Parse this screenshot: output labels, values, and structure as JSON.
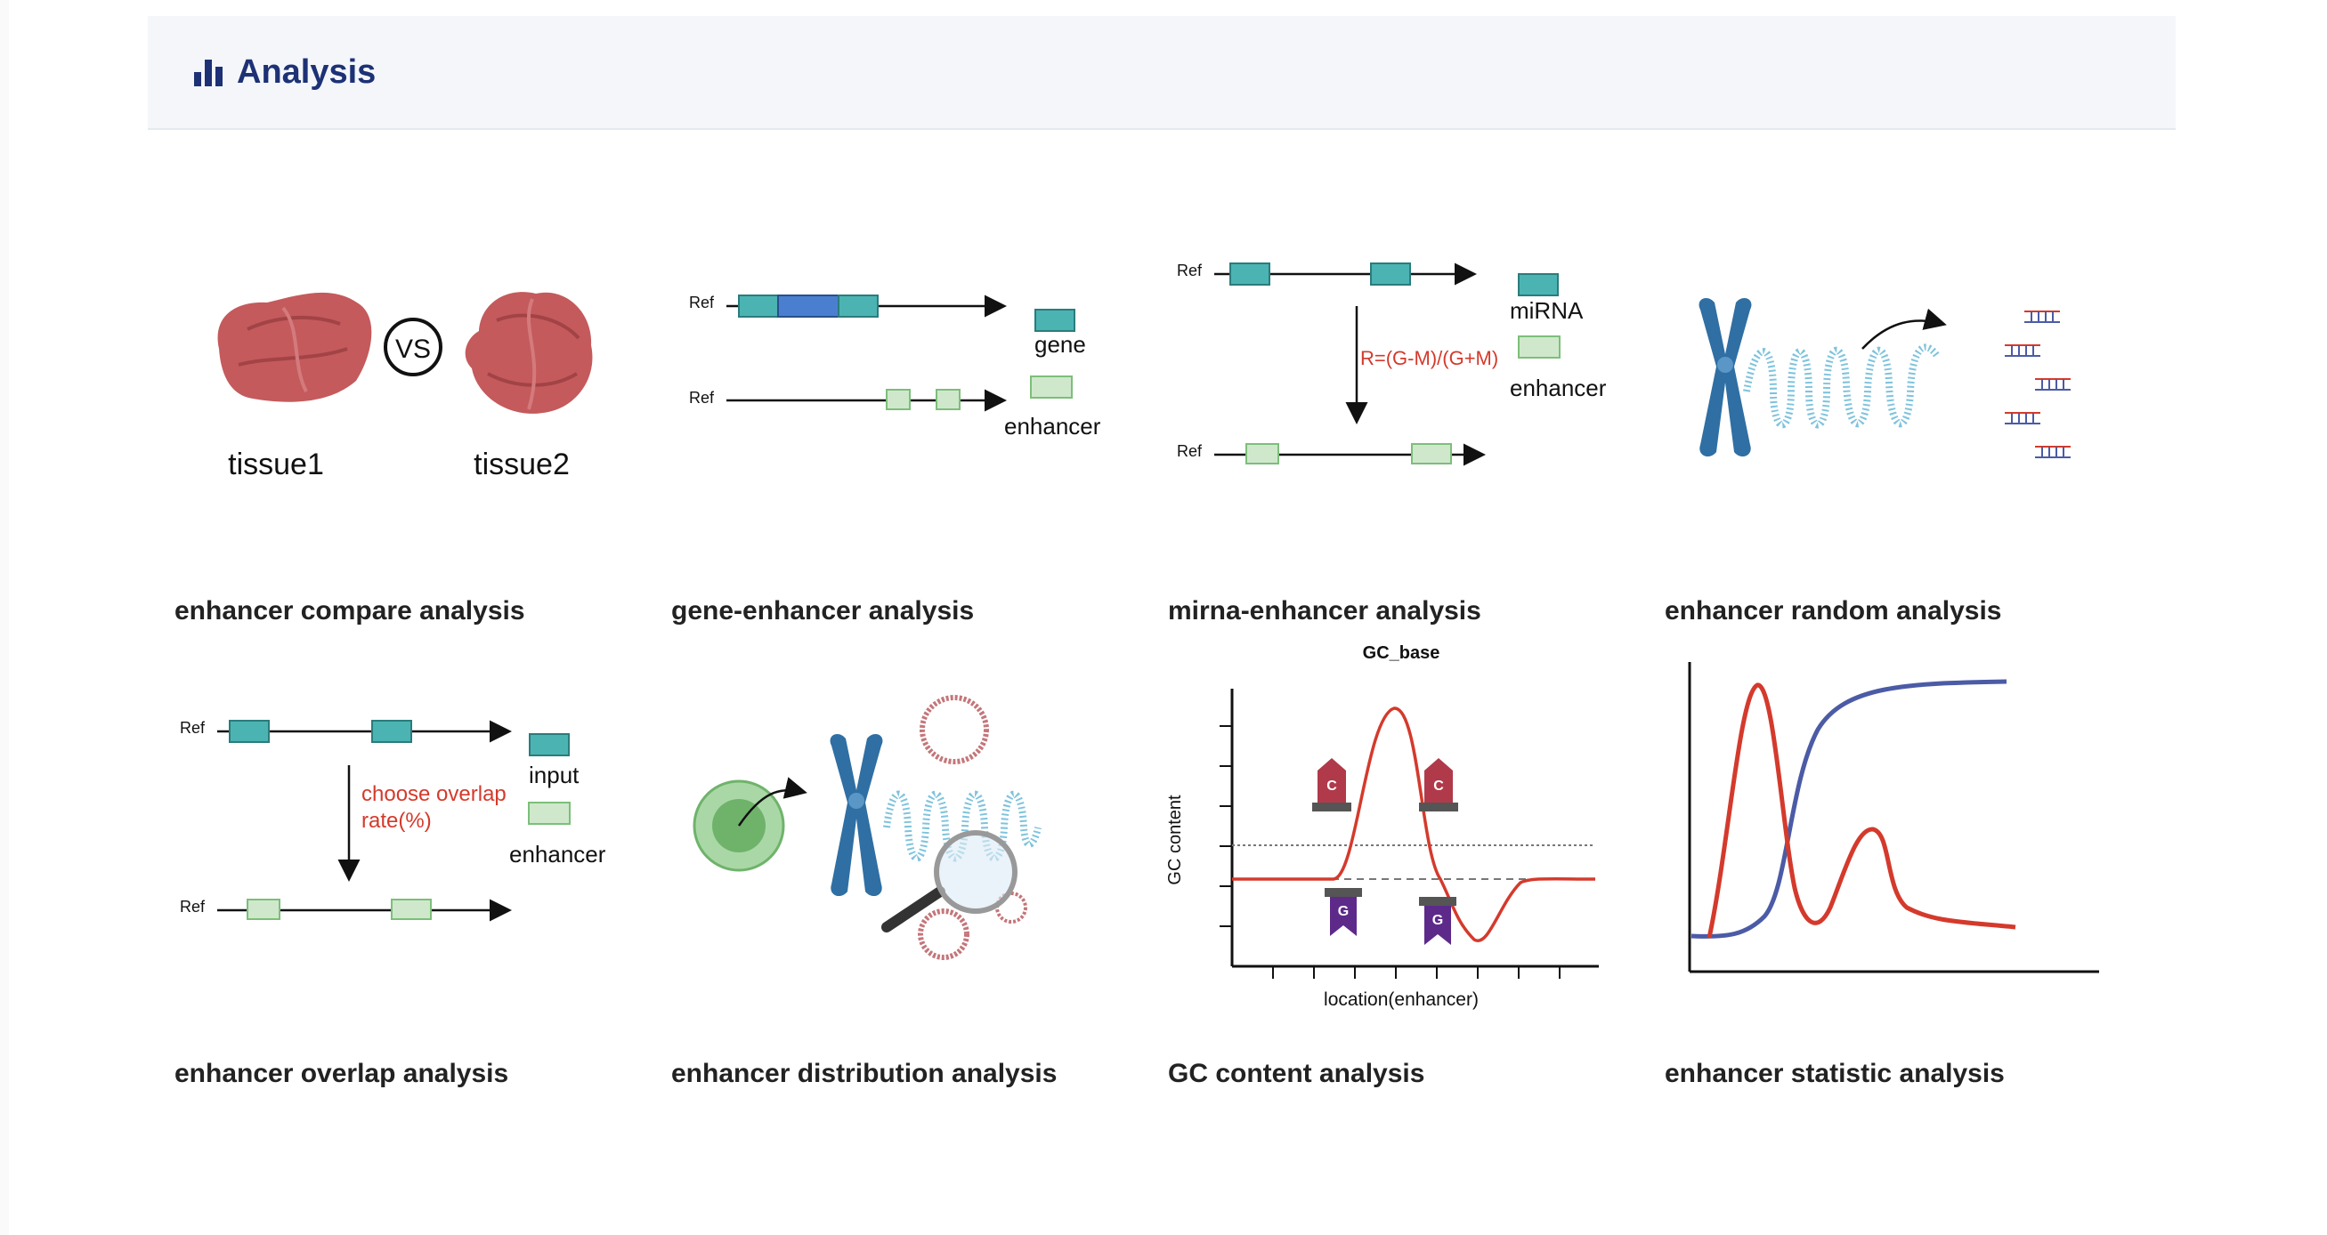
{
  "header": {
    "title": "Analysis",
    "icon": "bar-chart-icon",
    "color": "#1d3175"
  },
  "cards": [
    {
      "title": "enhancer compare analysis",
      "labels": {
        "vs": "VS",
        "left": "tissue1",
        "right": "tissue2"
      }
    },
    {
      "title": "gene-enhancer analysis",
      "labels": {
        "ref1": "Ref",
        "ref2": "Ref",
        "gene": "gene",
        "enhancer": "enhancer"
      }
    },
    {
      "title": "mirna-enhancer analysis",
      "labels": {
        "ref1": "Ref",
        "ref2": "Ref",
        "mirna": "miRNA",
        "enhancer": "enhancer",
        "formula": "R=(G-M)/(G+M)"
      }
    },
    {
      "title": "enhancer random analysis"
    },
    {
      "title": "enhancer overlap analysis",
      "labels": {
        "ref1": "Ref",
        "ref2": "Ref",
        "input": "input",
        "enhancer": "enhancer",
        "note1": "choose overlap",
        "note2": "rate(%)"
      }
    },
    {
      "title": "enhancer distribution analysis"
    },
    {
      "title": "GC content analysis",
      "labels": {
        "chart_title": "GC_base",
        "ylabel": "GC content",
        "xlabel": "location(enhancer)",
        "c_badge": "C",
        "g_badge": "G"
      }
    },
    {
      "title": "enhancer statistic analysis"
    }
  ],
  "colors": {
    "teal": "#4cb3b3",
    "light_green": "#cfe8cc",
    "red": "#d43a2c",
    "navy": "#4b5ba6",
    "blue_chrom": "#2f6fa3",
    "tissue": "#c05356"
  }
}
